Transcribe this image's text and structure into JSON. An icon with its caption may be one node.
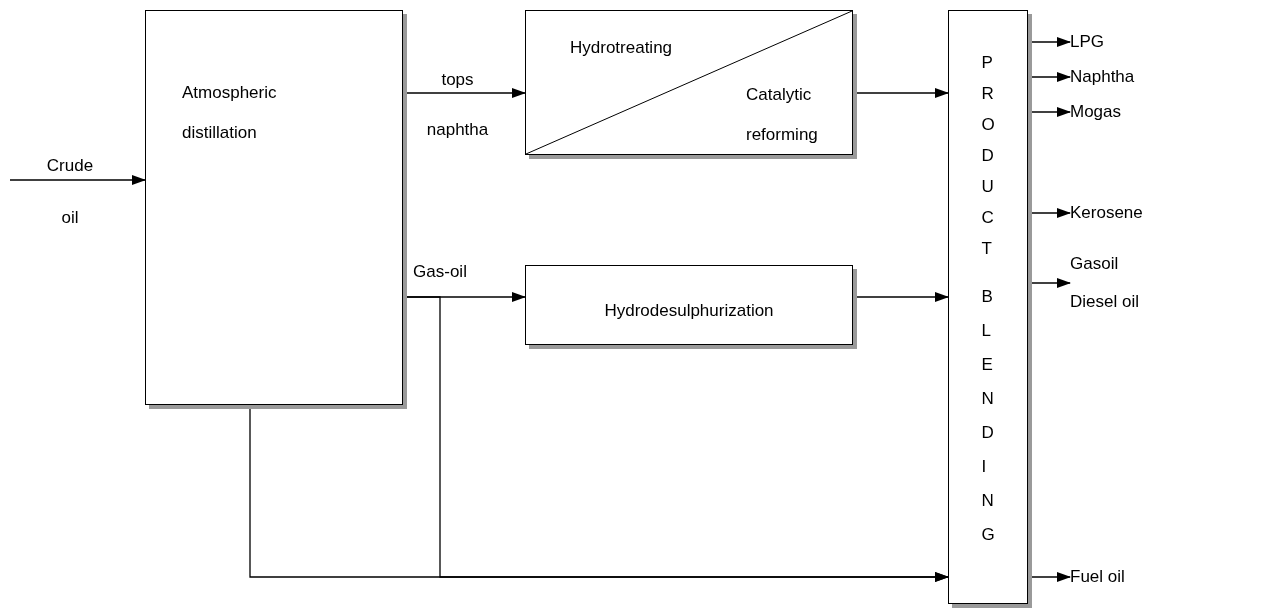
{
  "diagram": {
    "nodes": [
      {
        "text": [
          "Atmospheric distillation"
        ]
      },
      {
        "text": [
          "Hydrotreating",
          "Catalytic reforming"
        ]
      },
      {
        "text": [
          "Hydrodesulphurization"
        ]
      },
      {
        "text": [
          "PRODUCT",
          "BLENDING"
        ]
      },
      {
        "text": [
          "LPG"
        ]
      },
      {
        "text": [
          "Naphtha"
        ]
      },
      {
        "text": [
          "Mogas"
        ]
      },
      {
        "text": [
          "Kerosene"
        ]
      },
      {
        "text": [
          "Gasoil",
          "Diesel oil"
        ]
      },
      {
        "text": [
          "Fuel oil"
        ]
      }
    ],
    "edges": [
      {
        "from": null,
        "to": 0,
        "arrow": "to",
        "label": "Crude oil"
      },
      {
        "from": 0,
        "to": 1,
        "arrow": "to",
        "label": "tops naphtha"
      },
      {
        "from": 0,
        "to": 2,
        "arrow": "to",
        "label": "Gas-oil"
      },
      {
        "from": 1,
        "to": 3,
        "arrow": "to"
      },
      {
        "from": 2,
        "to": 3,
        "arrow": "to"
      },
      {
        "from": 0,
        "to": 3,
        "arrow": "to"
      },
      {
        "from": 0,
        "to": 3,
        "arrow": "to"
      },
      {
        "from": 3,
        "to": 4,
        "arrow": "to"
      },
      {
        "from": 3,
        "to": 5,
        "arrow": "to"
      },
      {
        "from": 3,
        "to": 6,
        "arrow": "to"
      },
      {
        "from": 3,
        "to": 7,
        "arrow": "to"
      },
      {
        "from": 3,
        "to": 8,
        "arrow": "to"
      },
      {
        "from": 3,
        "to": 9,
        "arrow": "to"
      }
    ]
  }
}
